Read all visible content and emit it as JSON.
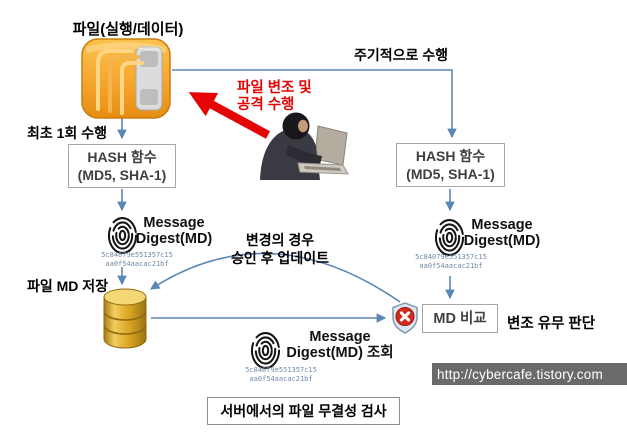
{
  "diagram": {
    "file_title": "파일(실행/데이터)",
    "label_first_run": "최초 1회 수행",
    "label_periodic": "주기적으로 수행",
    "attack": {
      "line1": "파일 변조 및",
      "line2": "공격 수행"
    },
    "hash_box": {
      "line1": "HASH 함수",
      "line2": "(MD5, SHA-1)"
    },
    "message_digest": {
      "line1": "Message",
      "line2": "Digest(MD)"
    },
    "message_digest_lookup": {
      "line1": "Message",
      "line2": "Digest(MD) 조회"
    },
    "hash_value": {
      "line1": "5c84079e551357c15",
      "line2": "aa0f54aacac21bf"
    },
    "label_file_md_store": "파일 MD 저장",
    "update_note": {
      "line1": "변경의 경우",
      "line2": "승인 후 업데이트"
    },
    "md_compare": "MD 비교",
    "label_tamper_judgement": "변조 유무 판단",
    "caption": "서버에서의 파일 무결성 검사",
    "watermark": "http://cybercafe.tistory.com"
  },
  "colors": {
    "arrow_blue": "#5b87b5",
    "attack_red": "#e60505",
    "box_border": "#a6a6a6",
    "box_text": "#3f3f3f",
    "hash_text": "#7089a8",
    "database_gold": "#d9a521",
    "file_icon_orange": "#f6a832",
    "shield_red": "#d42a1e",
    "watermark_bg": "#6a6a6a"
  }
}
